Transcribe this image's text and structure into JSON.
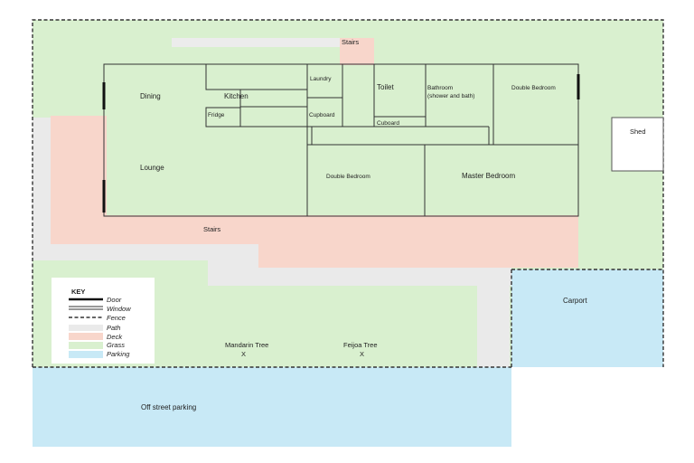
{
  "areas": {
    "grass": "#d9f0cf",
    "deck": "#f8d6cb",
    "path": "#eaeaea",
    "parking": "#c8e9f6"
  },
  "labels": {
    "stairs_top": "Stairs",
    "stairs_bottom": "Stairs",
    "dining": "Dining",
    "kitchen": "Kitchen",
    "fridge": "Fridge",
    "laundry": "Laundry",
    "cupboard_laundry": "Cupboard",
    "toilet": "Toilet",
    "cuboard": "Cuboard",
    "bathroom": "Bathroom",
    "bathroom_note": "(shower and bath)",
    "double_bedroom_right": "Double Bedroom",
    "lounge": "Lounge",
    "double_bedroom_middle": "Double Bedroom",
    "master_bedroom": "Master Bedroom",
    "shed": "Shed",
    "carport": "Carport",
    "mandarin_tree": "Mandarin Tree",
    "feijoa_tree": "Feijoa Tree",
    "tree_marker_1": "X",
    "tree_marker_2": "X",
    "off_street_parking": "Off street parking"
  },
  "key": {
    "title": "KEY",
    "items": [
      {
        "label": "Door",
        "style": "thick-line"
      },
      {
        "label": "Window",
        "style": "double-line"
      },
      {
        "label": "Fence",
        "style": "dashed-line"
      },
      {
        "label": "Path",
        "style": "path-swatch",
        "color": "#eaeaea"
      },
      {
        "label": "Deck",
        "style": "swatch",
        "color": "#f8d6cb"
      },
      {
        "label": "Grass",
        "style": "swatch",
        "color": "#d9f0cf"
      },
      {
        "label": "Parking",
        "style": "swatch",
        "color": "#c8e9f6"
      }
    ]
  }
}
